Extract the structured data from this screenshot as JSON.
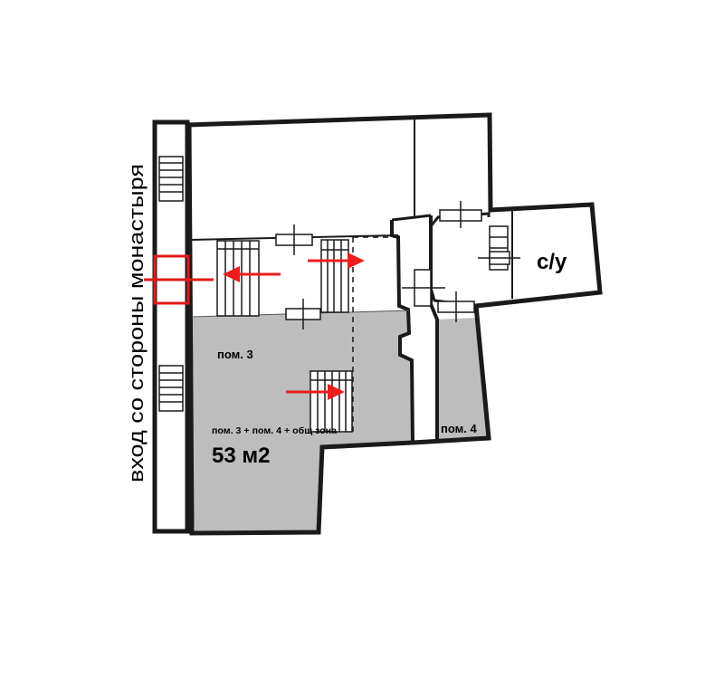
{
  "labels": {
    "entrance": "вход со стороны монастыря",
    "room3": "пом. 3",
    "combined": "пом. 3 + пом. 4 + общ зона",
    "area": "53 м2",
    "room4": "пом. 4",
    "wc": "с/у"
  },
  "colors": {
    "wall": "#1a1a1a",
    "shaded_area": "#bdbdbd",
    "arrow": "#ee1c1c",
    "entrance_marker": "#e31a1a"
  }
}
